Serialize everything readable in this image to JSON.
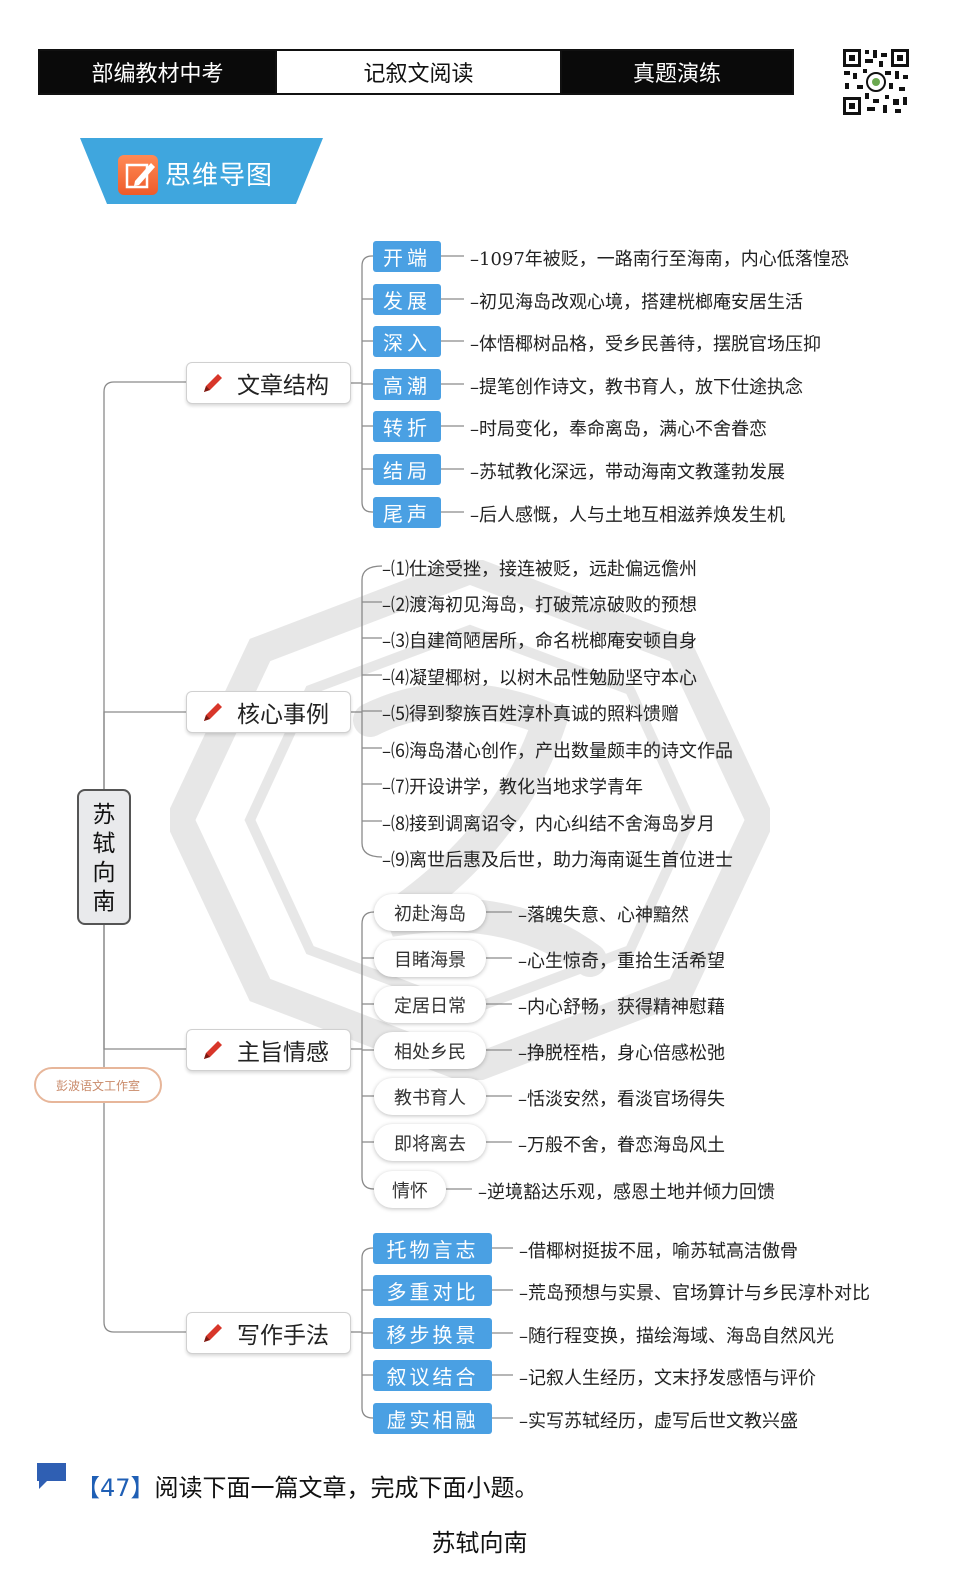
{
  "header": {
    "left": "部编教材中考",
    "middle": "记叙文阅读",
    "right": "真题演练"
  },
  "banner": {
    "title": "思维导图"
  },
  "root": "苏轼向南",
  "studio": "彭波语文工作室",
  "branches": [
    {
      "title": "文章结构"
    },
    {
      "title": "核心事例"
    },
    {
      "title": "主旨情感"
    },
    {
      "title": "写作手法"
    }
  ],
  "structure": [
    {
      "tag": "开端",
      "text": "–1097年被贬，一路南行至海南，内心低落惶恐"
    },
    {
      "tag": "发展",
      "text": "–初见海岛改观心境，搭建桄榔庵安居生活"
    },
    {
      "tag": "深入",
      "text": "–体悟椰树品格，受乡民善待，摆脱官场压抑"
    },
    {
      "tag": "高潮",
      "text": "–提笔创作诗文，教书育人，放下仕途执念"
    },
    {
      "tag": "转折",
      "text": "–时局变化，奉命离岛，满心不舍眷恋"
    },
    {
      "tag": "结局",
      "text": "–苏轼教化深远，带动海南文教蓬勃发展"
    },
    {
      "tag": "尾声",
      "text": "–后人感慨，人与土地互相滋养焕发生机"
    }
  ],
  "events": [
    "–⑴仕途受挫，接连被贬，远赴偏远儋州",
    "–⑵渡海初见海岛，打破荒凉破败的预想",
    "–⑶自建简陋居所，命名桄榔庵安顿自身",
    "–⑷凝望椰树，以树木品性勉励坚守本心",
    "–⑸得到黎族百姓淳朴真诚的照料馈赠",
    "–⑹海岛潜心创作，产出数量颇丰的诗文作品",
    "–⑺开设讲学，教化当地求学青年",
    "–⑻接到调离诏令，内心纠结不舍海岛岁月",
    "–⑼离世后惠及后世，助力海南诞生首位进士"
  ],
  "emotions": [
    {
      "tag": "初赴海岛",
      "text": "–落魄失意、心神黯然"
    },
    {
      "tag": "目睹海景",
      "text": "–心生惊奇，重拾生活希望"
    },
    {
      "tag": "定居日常",
      "text": "–内心舒畅，获得精神慰藉"
    },
    {
      "tag": "相处乡民",
      "text": "–挣脱桎梏，身心倍感松弛"
    },
    {
      "tag": "教书育人",
      "text": "–恬淡安然，看淡官场得失"
    },
    {
      "tag": "即将离去",
      "text": "–万般不舍，眷恋海岛风土"
    },
    {
      "tag": "情怀",
      "text": "–逆境豁达乐观，感恩土地并倾力回馈"
    }
  ],
  "techniques": [
    {
      "tag": "托物言志",
      "text": "–借椰树挺拔不屈，喻苏轼高洁傲骨"
    },
    {
      "tag": "多重对比",
      "text": "–荒岛预想与实景、官场算计与乡民淳朴对比"
    },
    {
      "tag": "移步换景",
      "text": "–随行程变换，描绘海域、海岛自然风光"
    },
    {
      "tag": "叙议结合",
      "text": "–记叙人生经历，文末抒发感悟与评价"
    },
    {
      "tag": "虚实相融",
      "text": "–实写苏轼经历，虚写后世文教兴盛"
    }
  ],
  "question": {
    "number": "【47】",
    "text": "阅读下面一篇文章，完成下面小题。"
  },
  "article_title": "苏轼向南",
  "colors": {
    "tag_blue": "#4aa0e3",
    "banner_blue": "#3fa6de",
    "pen_red": "#d8362a"
  }
}
